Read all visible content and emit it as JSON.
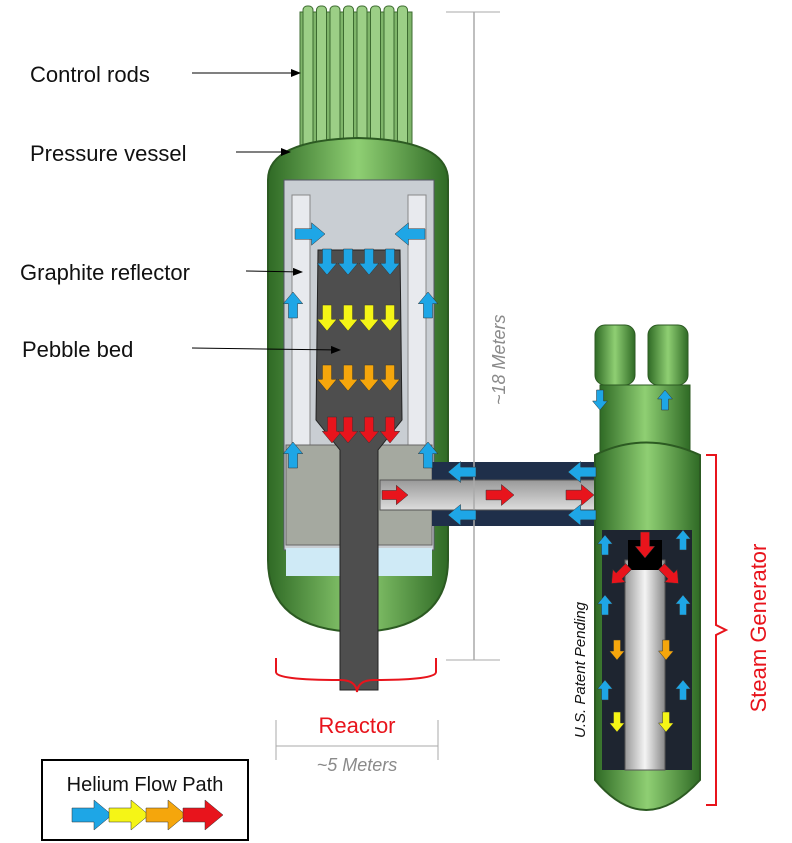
{
  "labels": {
    "control_rods": "Control rods",
    "pressure_vessel": "Pressure vessel",
    "graphite_reflector": "Graphite reflector",
    "pebble_bed": "Pebble bed",
    "height_dimension": "~18 Meters",
    "reactor": "Reactor",
    "width_dimension": "~5 Meters",
    "steam_generator": "Steam Generator",
    "patent": "U.S. Patent Pending"
  },
  "legend": {
    "title": "Helium Flow Path"
  },
  "colors": {
    "blue": "#1ea6e6",
    "yellow": "#f5f516",
    "orange": "#f5a60c",
    "red": "#e8141c",
    "vessel_green": "#4f8f3c",
    "highlight": "#e8141c"
  }
}
